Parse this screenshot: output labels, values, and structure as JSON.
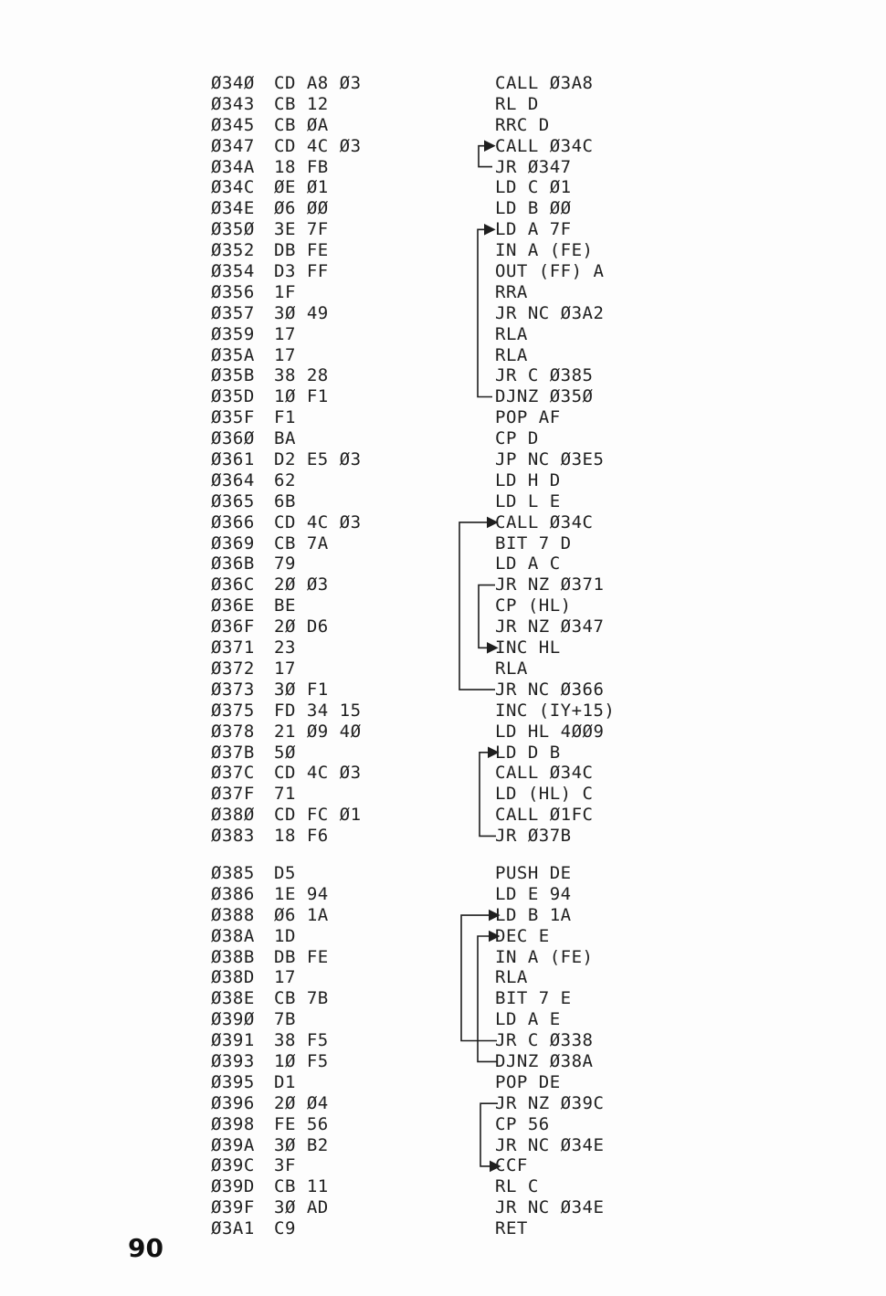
{
  "page_number": "90",
  "block1": [
    {
      "addr": "Ø34Ø",
      "hex": "CD A8 Ø3",
      "asm": "CALL Ø3A8"
    },
    {
      "addr": "Ø343",
      "hex": "CB 12",
      "asm": "RL D"
    },
    {
      "addr": "Ø345",
      "hex": "CB ØA",
      "asm": "RRC D"
    },
    {
      "addr": "Ø347",
      "hex": "CD 4C Ø3",
      "asm": "CALL Ø34C"
    },
    {
      "addr": "Ø34A",
      "hex": "18 FB",
      "asm": "JR Ø347"
    },
    {
      "addr": "Ø34C",
      "hex": "ØE Ø1",
      "asm": "LD C Ø1"
    },
    {
      "addr": "Ø34E",
      "hex": "Ø6 ØØ",
      "asm": "LD B ØØ"
    },
    {
      "addr": "Ø35Ø",
      "hex": "3E 7F",
      "asm": "LD A 7F"
    },
    {
      "addr": "Ø352",
      "hex": "DB FE",
      "asm": "IN A (FE)"
    },
    {
      "addr": "Ø354",
      "hex": "D3 FF",
      "asm": "OUT (FF) A"
    },
    {
      "addr": "Ø356",
      "hex": "1F",
      "asm": "RRA"
    },
    {
      "addr": "Ø357",
      "hex": "3Ø 49",
      "asm": "JR NC Ø3A2"
    },
    {
      "addr": "Ø359",
      "hex": "17",
      "asm": "RLA"
    },
    {
      "addr": "Ø35A",
      "hex": "17",
      "asm": "RLA"
    },
    {
      "addr": "Ø35B",
      "hex": "38 28",
      "asm": "JR C Ø385"
    },
    {
      "addr": "Ø35D",
      "hex": "1Ø F1",
      "asm": "DJNZ Ø35Ø"
    },
    {
      "addr": "Ø35F",
      "hex": "F1",
      "asm": "POP AF"
    },
    {
      "addr": "Ø36Ø",
      "hex": "BA",
      "asm": "CP D"
    },
    {
      "addr": "Ø361",
      "hex": "D2 E5 Ø3",
      "asm": "JP NC Ø3E5"
    },
    {
      "addr": "Ø364",
      "hex": "62",
      "asm": "LD H D"
    },
    {
      "addr": "Ø365",
      "hex": "6B",
      "asm": "LD L E"
    },
    {
      "addr": "Ø366",
      "hex": "CD 4C Ø3",
      "asm": "CALL Ø34C"
    },
    {
      "addr": "Ø369",
      "hex": "CB 7A",
      "asm": "BIT 7 D"
    },
    {
      "addr": "Ø36B",
      "hex": "79",
      "asm": "LD A C"
    },
    {
      "addr": "Ø36C",
      "hex": "2Ø Ø3",
      "asm": "JR NZ Ø371"
    },
    {
      "addr": "Ø36E",
      "hex": "BE",
      "asm": "CP (HL)"
    },
    {
      "addr": "Ø36F",
      "hex": "2Ø D6",
      "asm": "JR NZ Ø347"
    },
    {
      "addr": "Ø371",
      "hex": "23",
      "asm": "INC HL"
    },
    {
      "addr": "Ø372",
      "hex": "17",
      "asm": "RLA"
    },
    {
      "addr": "Ø373",
      "hex": "3Ø F1",
      "asm": "JR NC Ø366"
    },
    {
      "addr": "Ø375",
      "hex": "FD 34 15",
      "asm": "INC (IY+15)"
    },
    {
      "addr": "Ø378",
      "hex": "21 Ø9 4Ø",
      "asm": "LD HL 4ØØ9"
    },
    {
      "addr": "Ø37B",
      "hex": "5Ø",
      "asm": "LD D B"
    },
    {
      "addr": "Ø37C",
      "hex": "CD 4C Ø3",
      "asm": "CALL Ø34C"
    },
    {
      "addr": "Ø37F",
      "hex": "71",
      "asm": "LD (HL) C"
    },
    {
      "addr": "Ø38Ø",
      "hex": "CD FC Ø1",
      "asm": "CALL Ø1FC"
    },
    {
      "addr": "Ø383",
      "hex": "18 F6",
      "asm": "JR Ø37B"
    }
  ],
  "block2": [
    {
      "addr": "Ø385",
      "hex": "D5",
      "asm": "PUSH DE"
    },
    {
      "addr": "Ø386",
      "hex": "1E 94",
      "asm": "LD E 94"
    },
    {
      "addr": "Ø388",
      "hex": "Ø6 1A",
      "asm": "LD B 1A"
    },
    {
      "addr": "Ø38A",
      "hex": "1D",
      "asm": "DEC E"
    },
    {
      "addr": "Ø38B",
      "hex": "DB FE",
      "asm": "IN A (FE)"
    },
    {
      "addr": "Ø38D",
      "hex": "17",
      "asm": "RLA"
    },
    {
      "addr": "Ø38E",
      "hex": "CB 7B",
      "asm": "BIT 7 E"
    },
    {
      "addr": "Ø39Ø",
      "hex": "7B",
      "asm": "LD A E"
    },
    {
      "addr": "Ø391",
      "hex": "38 F5",
      "asm": "JR C Ø338"
    },
    {
      "addr": "Ø393",
      "hex": "1Ø F5",
      "asm": "DJNZ Ø38A"
    },
    {
      "addr": "Ø395",
      "hex": "D1",
      "asm": "POP DE"
    },
    {
      "addr": "Ø396",
      "hex": "2Ø Ø4",
      "asm": "JR NZ Ø39C"
    },
    {
      "addr": "Ø398",
      "hex": "FE 56",
      "asm": "CP 56"
    },
    {
      "addr": "Ø39A",
      "hex": "3Ø B2",
      "asm": "JR NC Ø34E"
    },
    {
      "addr": "Ø39C",
      "hex": "3F",
      "asm": "CCF"
    },
    {
      "addr": "Ø39D",
      "hex": "CB 11",
      "asm": "RL C"
    },
    {
      "addr": "Ø39F",
      "hex": "3Ø AD",
      "asm": "JR NC Ø34E"
    },
    {
      "addr": "Ø3A1",
      "hex": "C9",
      "asm": "RET"
    }
  ]
}
